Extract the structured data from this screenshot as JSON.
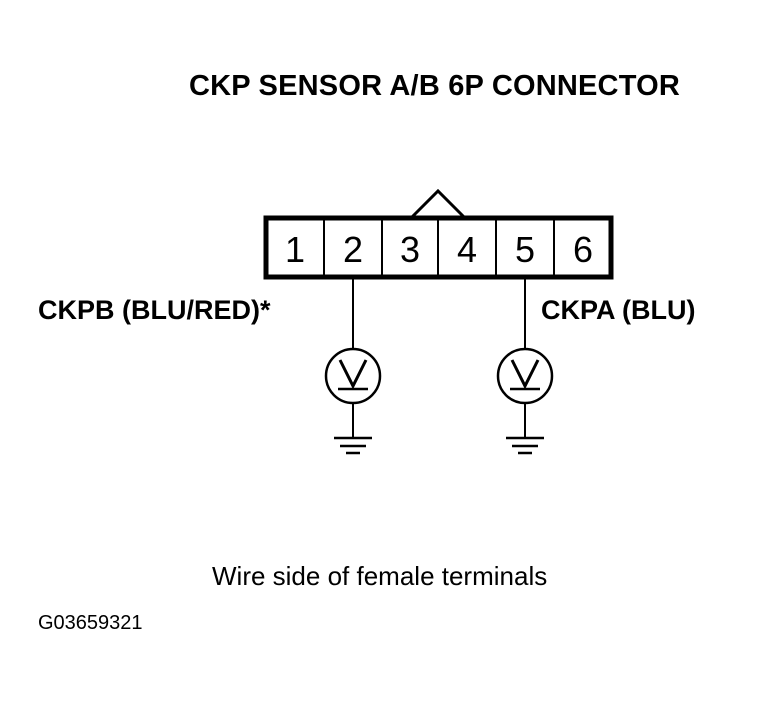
{
  "diagram": {
    "title": "CKP SENSOR A/B 6P CONNECTOR",
    "pins": [
      "1",
      "2",
      "3",
      "4",
      "5",
      "6"
    ],
    "left_wire_label": "CKPB (BLU/RED)*",
    "right_wire_label": "CKPA (BLU)",
    "caption": "Wire side of female terminals",
    "figure_id": "G03659321"
  },
  "colors": {
    "line": "#000000",
    "background": "#ffffff"
  },
  "icons": {
    "meter": "voltmeter-icon",
    "ground": "ground-icon",
    "key": "connector-lock-tab"
  }
}
